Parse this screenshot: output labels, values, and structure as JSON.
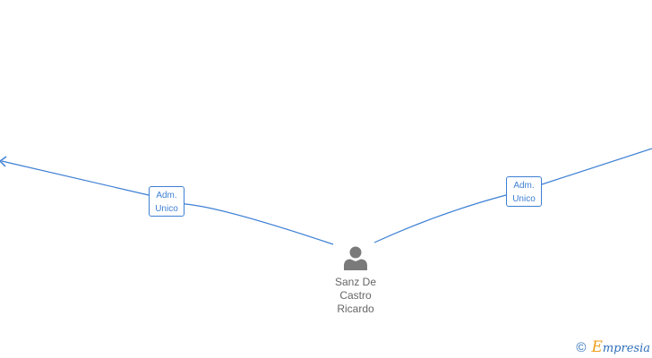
{
  "person": {
    "name_lines": [
      "Sanz De",
      "Castro",
      "Ricardo"
    ]
  },
  "relations": [
    {
      "role_lines": [
        "Adm.",
        "Unico"
      ]
    },
    {
      "role_lines": [
        "Adm.",
        "Unico"
      ]
    }
  ],
  "watermark": {
    "symbol": "©",
    "brand_first_letter": "E",
    "brand_rest": "mpresia"
  },
  "colors": {
    "edge": "#3d7fd4",
    "person_icon": "#7a7a7a",
    "name_text": "#666666",
    "brand_blue": "#2e6fb8",
    "brand_orange": "#f0a01e"
  }
}
